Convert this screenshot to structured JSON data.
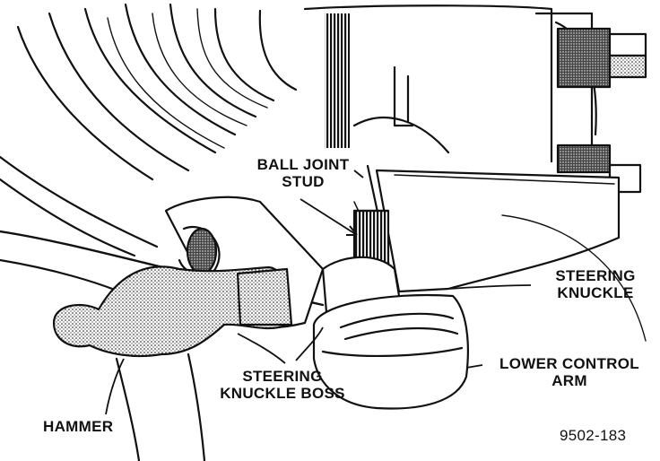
{
  "labels": {
    "ball_joint_stud_line1": "BALL JOINT",
    "ball_joint_stud_line2": "STUD",
    "steering_knuckle_line1": "STEERING",
    "steering_knuckle_line2": "KNUCKLE",
    "lower_control_arm_line1": "LOWER CONTROL",
    "lower_control_arm_line2": "ARM",
    "steering_knuckle_boss_line1": "STEERING",
    "steering_knuckle_boss_line2": "KNUCKLE BOSS",
    "hammer": "HAMMER",
    "figure_number": "9502-183"
  },
  "colors": {
    "ink": "#111111",
    "paper": "#ffffff"
  }
}
